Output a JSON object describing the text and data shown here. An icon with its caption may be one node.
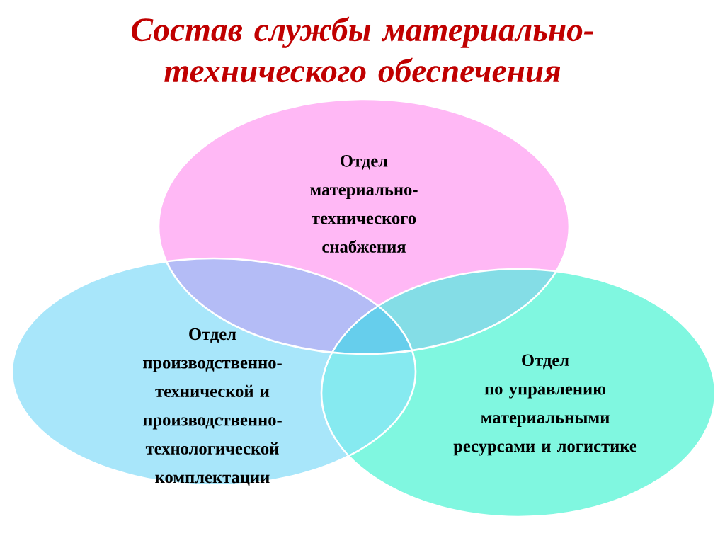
{
  "diagram": {
    "title": "Состав службы материально-технического обеспечения",
    "nodes": [
      {
        "text": [
          "Отдел",
          "материально-технического снабжения"
        ]
      },
      {
        "text": [
          "Отдел",
          "производственно-технической и производственно-технологической комплектации"
        ]
      },
      {
        "text": [
          "Отдел",
          "по управлению материальными ресурсами и логистике"
        ]
      }
    ]
  }
}
